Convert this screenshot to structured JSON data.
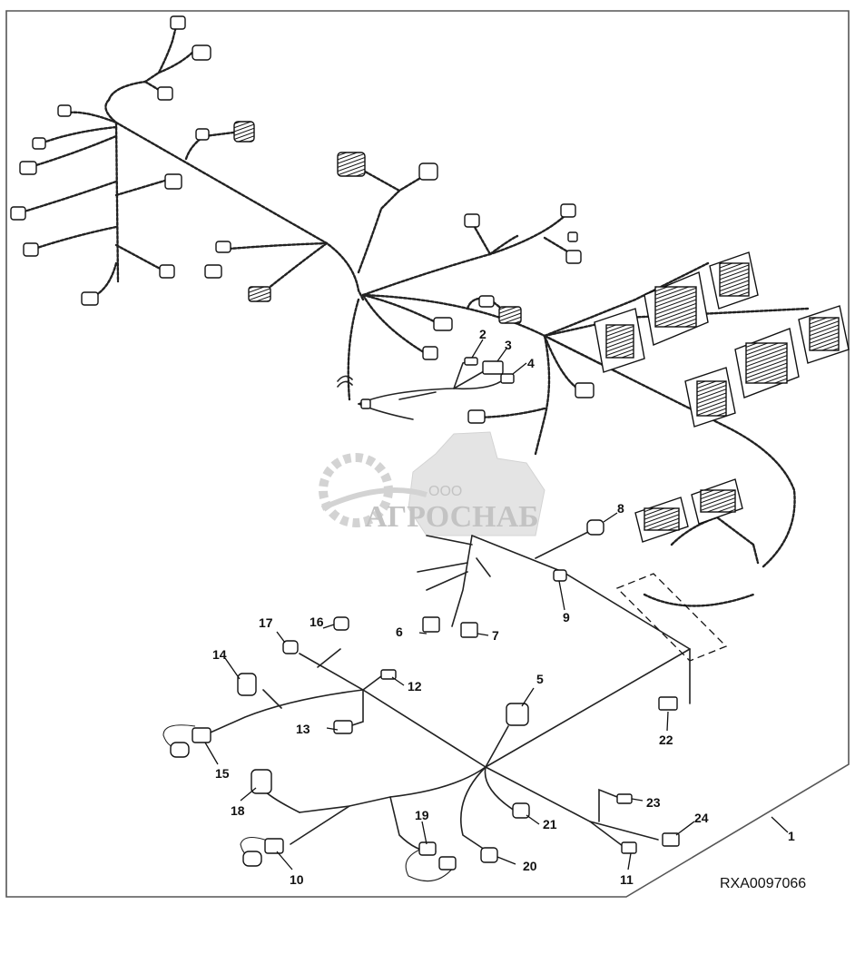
{
  "figure": {
    "reference_code": "RXA0097066",
    "watermark": {
      "prefix": "ООО",
      "brand": "АГРОСНАБ"
    },
    "callouts": [
      "1",
      "2",
      "3",
      "4",
      "5",
      "6",
      "7",
      "8",
      "9",
      "10",
      "11",
      "12",
      "13",
      "14",
      "15",
      "16",
      "17",
      "18",
      "19",
      "20",
      "21",
      "22",
      "23",
      "24"
    ]
  }
}
